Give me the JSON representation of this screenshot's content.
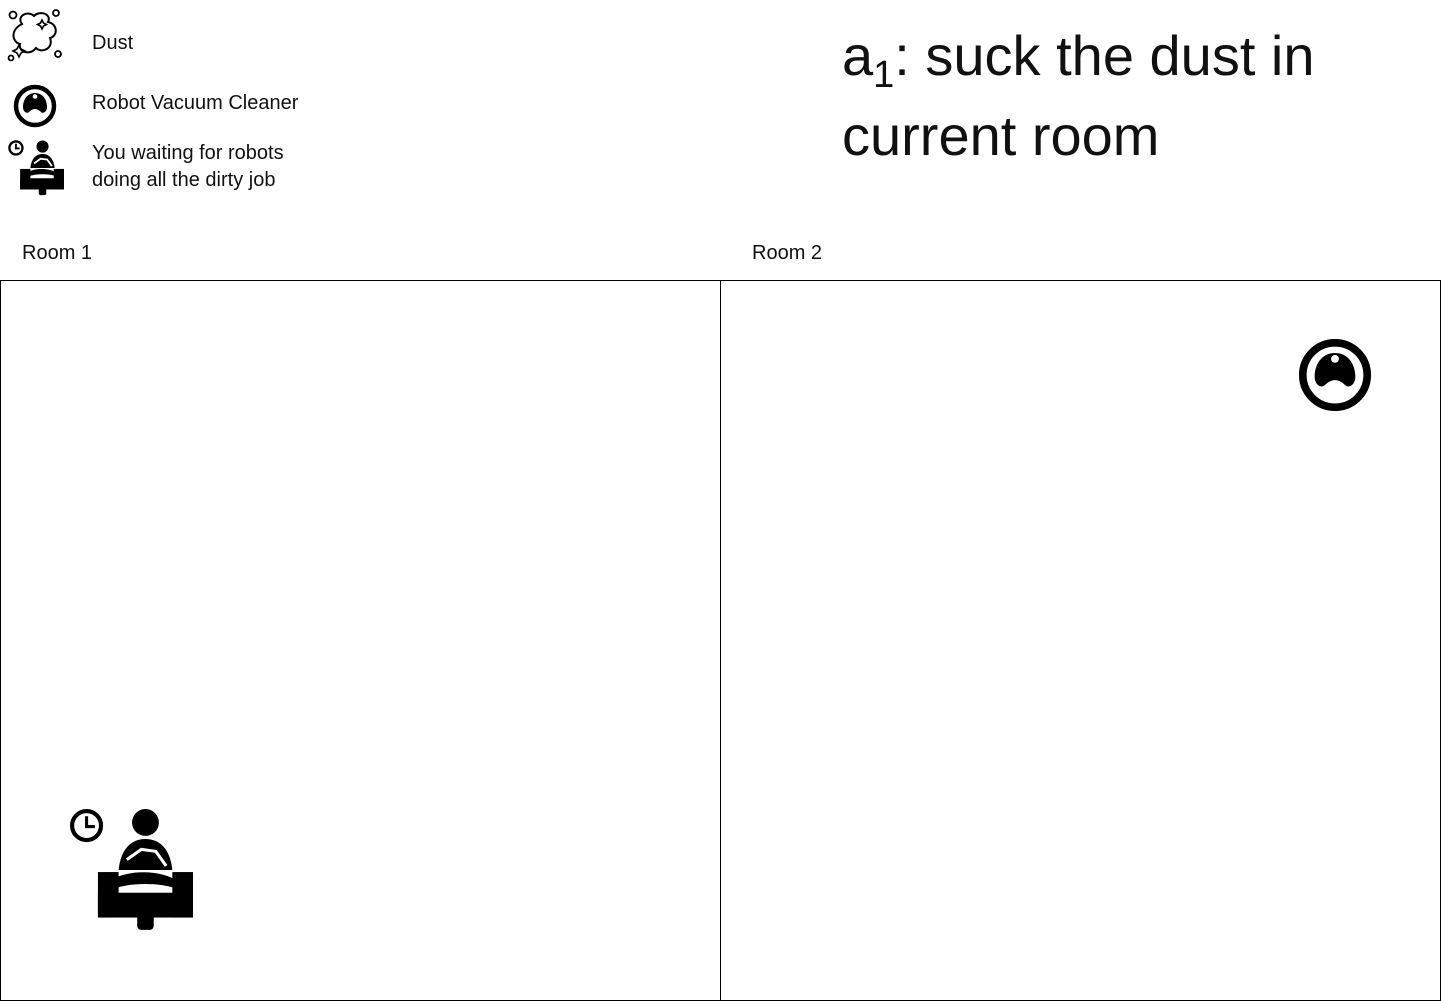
{
  "legend": {
    "dust_label": "Dust",
    "robot_label": "Robot Vacuum Cleaner",
    "person_label_line1": "You waiting for robots",
    "person_label_line2": "doing all the dirty job",
    "icons": [
      "dust-icon",
      "robot-vacuum-icon",
      "person-waiting-icon"
    ]
  },
  "action": {
    "symbol": "a",
    "subscript": "1",
    "text": ": suck the dust in current room"
  },
  "rooms": [
    {
      "label": "Room 1",
      "contains": [
        "person-waiting-icon"
      ]
    },
    {
      "label": "Room 2",
      "contains": [
        "robot-vacuum-icon"
      ]
    }
  ],
  "colors": {
    "ink": "#000000",
    "background": "#ffffff"
  }
}
